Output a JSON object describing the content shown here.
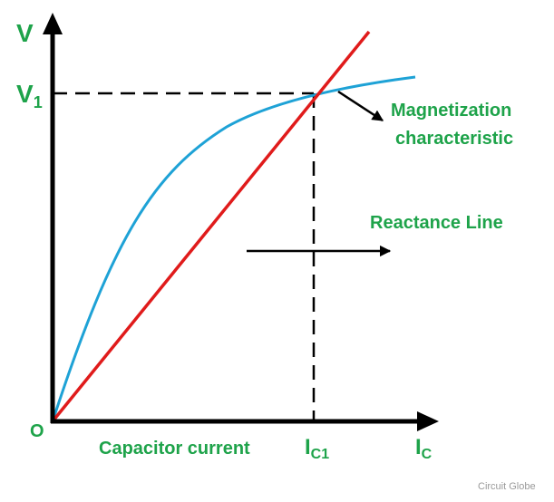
{
  "axes": {
    "y_label": "V",
    "x_label_main": "I",
    "x_label_sub": "C",
    "origin_label": "O"
  },
  "markers": {
    "v1_main": "V",
    "v1_sub": "1",
    "ic1_main": "I",
    "ic1_sub": "C1"
  },
  "annotations": {
    "magnetization_line1": "Magnetization",
    "magnetization_line2": "characteristic",
    "reactance_line": "Reactance Line",
    "x_axis_caption": "Capacitor current"
  },
  "watermark": "Circuit Globe",
  "colors": {
    "label": "#1ea34a",
    "magnetization_curve": "#1ea2d6",
    "reactance_line": "#e01b1b",
    "axis": "#000000",
    "dashed_guides": "#000000"
  }
}
